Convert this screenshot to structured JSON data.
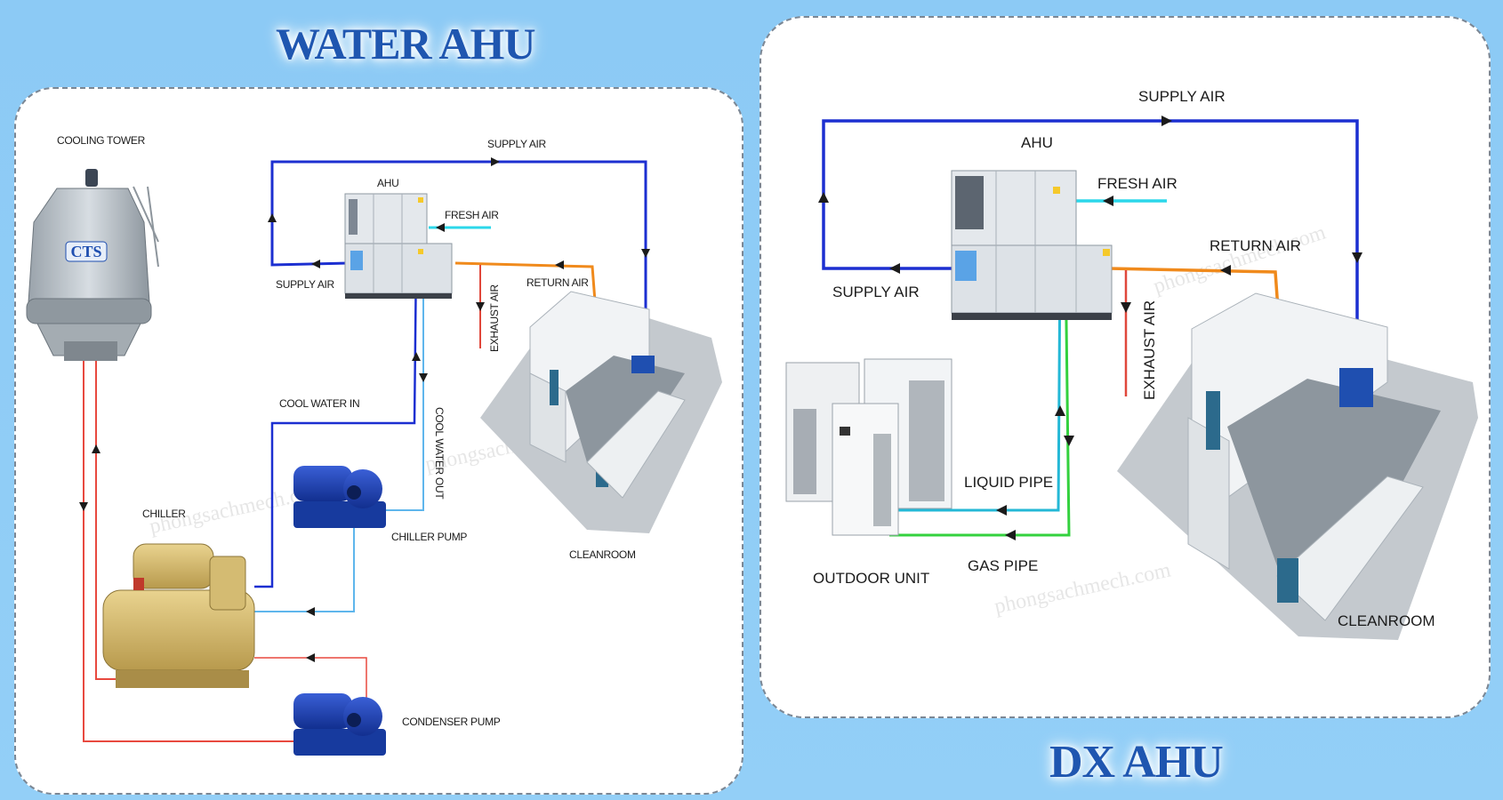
{
  "water_ahu": {
    "title": "WATER AHU",
    "labels": {
      "cooling_tower": "COOLING TOWER",
      "cts_logo": "CTS",
      "supply_air_top": "SUPPLY AIR",
      "ahu": "AHU",
      "fresh_air": "FRESH AIR",
      "supply_air_left": "SUPPLY AIR",
      "return_air": "RETURN AIR",
      "exhaust_air": "EXHAUST AIR",
      "cool_water_out": "COOL WATER OUT",
      "cool_water_in": "COOL WATER IN",
      "chiller": "CHILLER",
      "chiller_pump": "CHILLER PUMP",
      "cleanroom": "CLEANROOM",
      "condenser_pump": "CONDENSER PUMP"
    }
  },
  "dx_ahu": {
    "title": "DX AHU",
    "labels": {
      "supply_air_top": "SUPPLY AIR",
      "ahu": "AHU",
      "fresh_air": "FRESH AIR",
      "return_air": "RETURN AIR",
      "supply_air_left": "SUPPLY AIR",
      "exhaust_air": "EXHAUST AIR",
      "liquid_pipe": "LIQUID PIPE",
      "gas_pipe": "GAS PIPE",
      "outdoor_unit": "OUTDOOR UNIT",
      "cleanroom": "CLEANROOM"
    }
  },
  "watermark": "phongsachmech.com",
  "colors": {
    "supply": "#1c2fd1",
    "fresh": "#2bd7ea",
    "return": "#f08a1c",
    "exhaust": "#e0473b",
    "condenser": "#e8493f",
    "chilled_light": "#5fb6ec",
    "liquid": "#24b8d6",
    "gas": "#33d13e"
  }
}
